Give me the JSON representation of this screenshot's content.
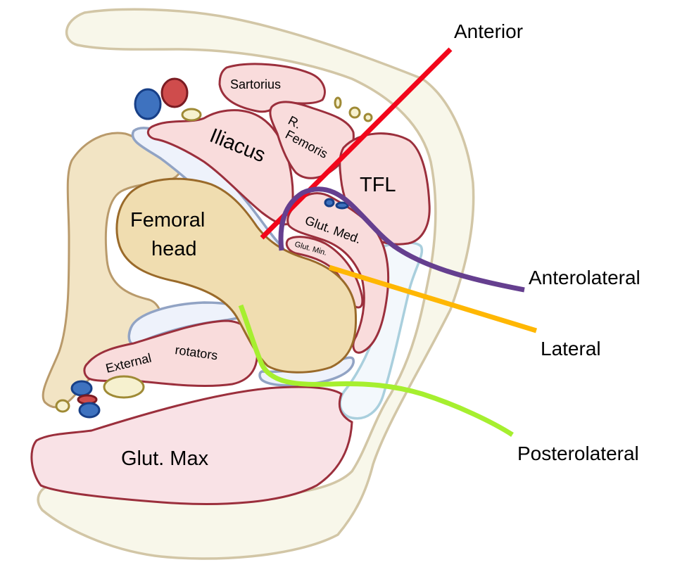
{
  "diagram": {
    "title": "Surgical approaches to the hip (axial cross-section)",
    "structures": {
      "sartorius": "Sartorius",
      "rectus_femoris_line1": "R.",
      "rectus_femoris_line2": "Femoris",
      "iliacus": "Iliacus",
      "tfl": "TFL",
      "glut_med": "Glut. Med.",
      "glut_min": "Glut. Min.",
      "femoral_head_line1": "Femoral",
      "femoral_head_line2": "head",
      "external_rotators_word1": "External",
      "external_rotators_word2": "rotators",
      "glut_max": "Glut. Max"
    },
    "approaches": [
      {
        "id": "anterior",
        "label": "Anterior",
        "color": "#f2071b"
      },
      {
        "id": "anterolateral",
        "label": "Anterolateral",
        "color": "#653f8f"
      },
      {
        "id": "lateral",
        "label": "Lateral",
        "color": "#ffb703"
      },
      {
        "id": "posterolateral",
        "label": "Posterolateral",
        "color": "#a6ef2f"
      }
    ],
    "tissue_colors": {
      "muscle_fill": "#f9dcdc",
      "muscle_outline": "#9b2f3c",
      "bone_fill": "#f0ddb0",
      "skin_fill": "#f8f7ea",
      "vein": "#3e72bf",
      "artery": "#cf4c4c",
      "nerve": "#f6f1cf"
    }
  }
}
